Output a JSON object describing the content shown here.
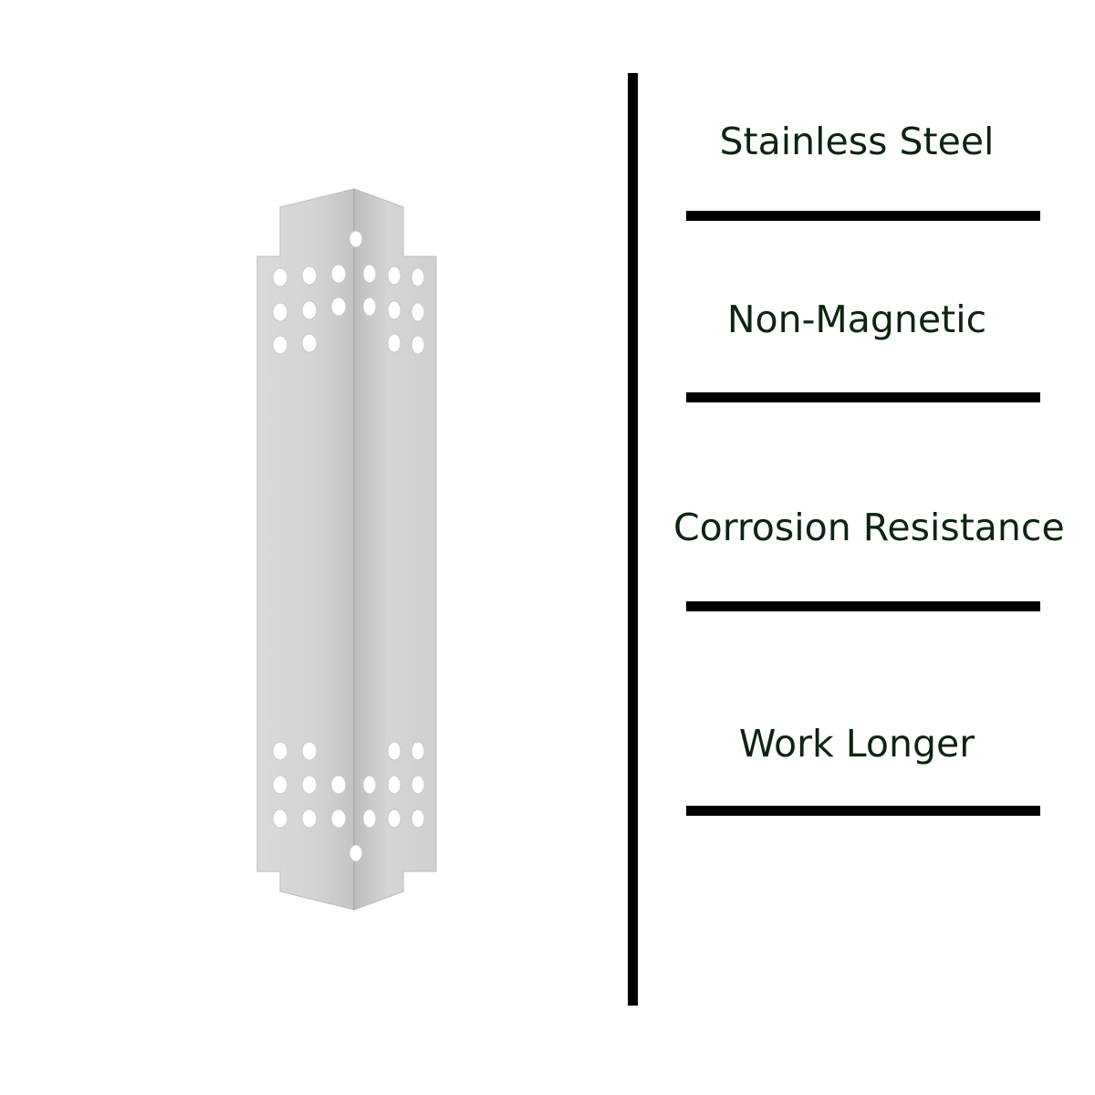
{
  "product": {
    "name_icon": "heat-shield-plate-icon",
    "colors": {
      "metal_left": "#d9d9d9",
      "metal_right": "#c9c9c9",
      "hole": "#ffffff",
      "edge": "#bdbdbd"
    }
  },
  "features": [
    {
      "label": "Stainless Steel"
    },
    {
      "label": "Non-Magnetic"
    },
    {
      "label": "Corrosion Resistance"
    },
    {
      "label": "Work Longer"
    }
  ],
  "colors": {
    "text": "#0c2410",
    "rules": "#000000",
    "background": "#ffffff"
  }
}
